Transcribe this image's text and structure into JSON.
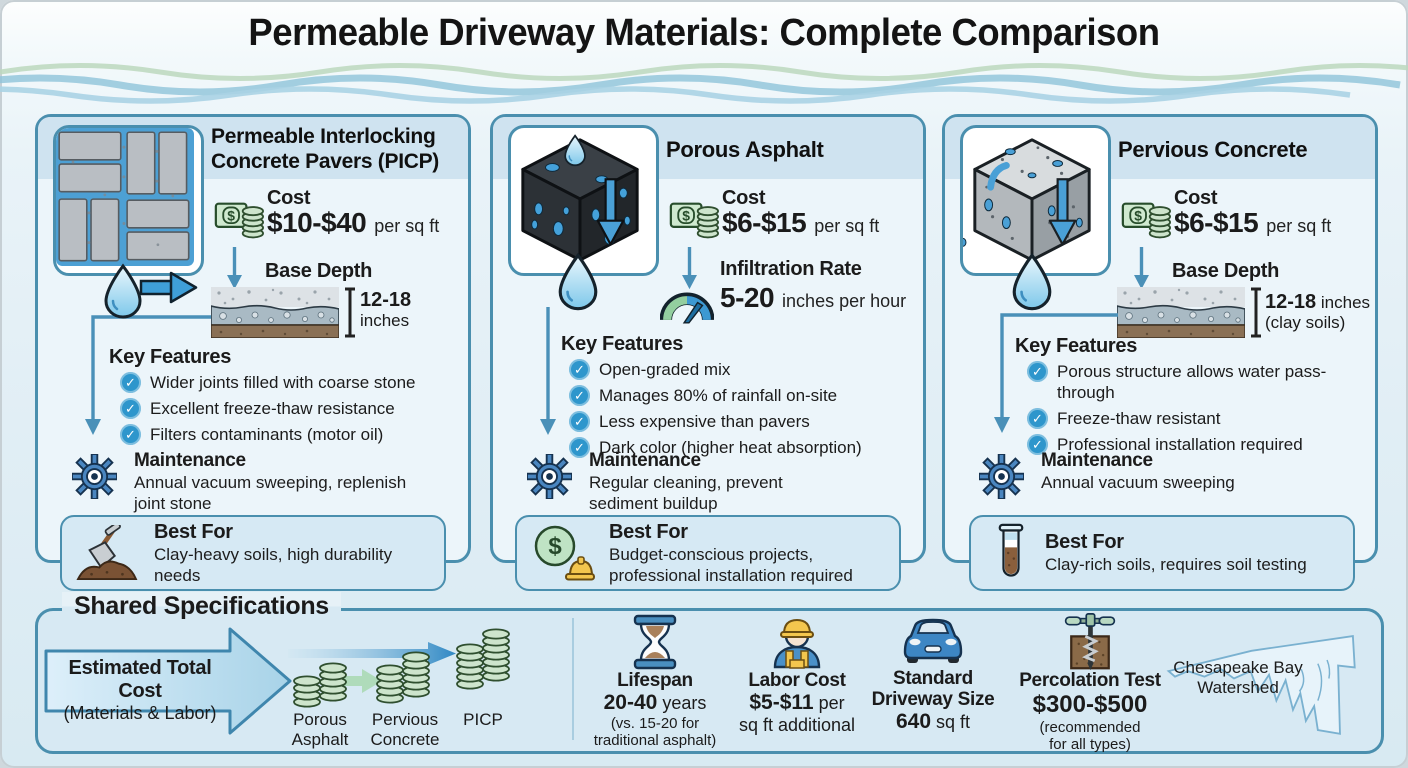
{
  "page": {
    "title": "Permeable Driveway Materials: Complete Comparison"
  },
  "colors": {
    "accent_blue": "#4a8fae",
    "arrow_blue": "#4a90b8",
    "check_blue": "#2e96cc",
    "header_band": "#cfe3f0",
    "panel_fill": "#d7e9f3",
    "money_green": "#cfe8cd",
    "wave_green": "#bcd8bd",
    "wave_blue": "#8fc3da"
  },
  "cards": [
    {
      "icon": "picp-pavers-illustration",
      "title": "Permeable Interlocking Concrete Pavers (PICP)",
      "cost_label": "Cost",
      "cost_value": "$10-$40",
      "cost_unit": "per sq ft",
      "metric_label": "Base Depth",
      "metric_value": "12-18",
      "metric_unit": "inches",
      "features_label": "Key Features",
      "features": [
        "Wider joints filled with coarse stone",
        "Excellent freeze-thaw resistance",
        "Filters contaminants (motor oil)"
      ],
      "maintenance_label": "Maintenance",
      "maintenance_text": "Annual vacuum sweeping, replenish joint stone",
      "best_label": "Best For",
      "best_text": "Clay-heavy soils, high durability needs",
      "best_icon": "shovel-soil-icon"
    },
    {
      "icon": "porous-asphalt-illustration",
      "title": "Porous Asphalt",
      "cost_label": "Cost",
      "cost_value": "$6-$15",
      "cost_unit": "per sq ft",
      "metric_label": "Infiltration Rate",
      "metric_value": "5-20",
      "metric_unit": "inches per hour",
      "features_label": "Key Features",
      "features": [
        "Open-graded mix",
        "Manages 80% of rainfall on-site",
        "Less expensive than pavers",
        "Dark color (higher heat absorption)"
      ],
      "maintenance_label": "Maintenance",
      "maintenance_text": "Regular cleaning, prevent sediment buildup",
      "best_label": "Best For",
      "best_text": "Budget-conscious projects, professional installation required",
      "best_icon": "dollar-hardhat-icon"
    },
    {
      "icon": "pervious-concrete-illustration",
      "title": "Pervious Concrete",
      "cost_label": "Cost",
      "cost_value": "$6-$15",
      "cost_unit": "per sq ft",
      "metric_label": "Base Depth",
      "metric_value": "12-18",
      "metric_unit": " inches",
      "metric_note": "(clay soils)",
      "features_label": "Key Features",
      "features": [
        "Porous structure allows water pass-through",
        "Freeze-thaw resistant",
        "Professional installation required"
      ],
      "maintenance_label": "Maintenance",
      "maintenance_text": "Annual vacuum sweeping",
      "best_label": "Best For",
      "best_text": "Clay-rich soils, requires soil testing",
      "best_icon": "soil-test-tube-icon"
    }
  ],
  "shared": {
    "title": "Shared Specifications",
    "flow": {
      "label_line1": "Estimated Total Cost",
      "label_line2": "(Materials & Labor)",
      "items": [
        "Porous Asphalt",
        "Pervious Concrete",
        "PICP"
      ]
    },
    "stats": [
      {
        "icon": "hourglass-icon",
        "title": "Lifespan",
        "value": "20-40",
        "suffix": " years",
        "note": "(vs. 15-20 for traditional asphalt)"
      },
      {
        "icon": "construction-worker-icon",
        "title": "Labor Cost",
        "value": "$5-$11",
        "suffix": " per",
        "line2": "sq ft additional"
      },
      {
        "icon": "car-icon",
        "title": "Standard Driveway Size",
        "value": "640",
        "suffix": " sq ft"
      },
      {
        "icon": "soil-auger-icon",
        "title": "Percolation Test",
        "value": "$300-$500",
        "note": "(recommended for all types)"
      }
    ],
    "map_label": "Chesapeake Bay Watershed"
  }
}
